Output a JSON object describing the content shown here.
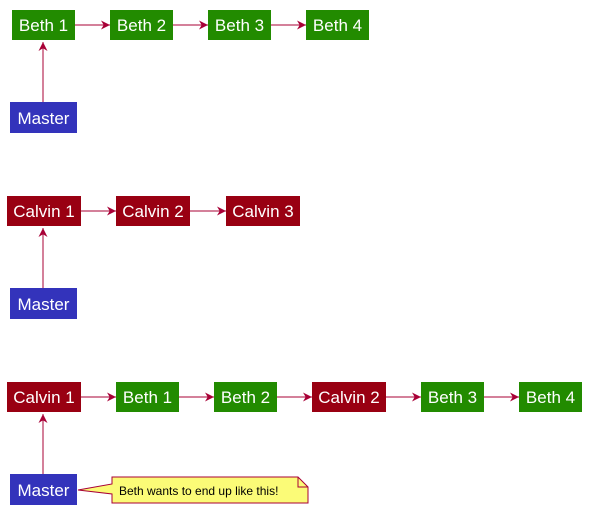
{
  "colors": {
    "green": "#228b00",
    "red": "#990012",
    "blue": "#3333bb",
    "arrow": "#a80036",
    "note_fill": "#fbfb77",
    "note_stroke": "#a80036"
  },
  "rows": [
    {
      "nodes": [
        {
          "label": "Beth 1",
          "color": "green"
        },
        {
          "label": "Beth 2",
          "color": "green"
        },
        {
          "label": "Beth 3",
          "color": "green"
        },
        {
          "label": "Beth 4",
          "color": "green"
        }
      ],
      "master": {
        "label": "Master",
        "color": "blue"
      }
    },
    {
      "nodes": [
        {
          "label": "Calvin 1",
          "color": "red"
        },
        {
          "label": "Calvin 2",
          "color": "red"
        },
        {
          "label": "Calvin 3",
          "color": "red"
        }
      ],
      "master": {
        "label": "Master",
        "color": "blue"
      }
    },
    {
      "nodes": [
        {
          "label": "Calvin 1",
          "color": "red"
        },
        {
          "label": "Beth 1",
          "color": "green"
        },
        {
          "label": "Beth 2",
          "color": "green"
        },
        {
          "label": "Calvin 2",
          "color": "red"
        },
        {
          "label": "Beth 3",
          "color": "green"
        },
        {
          "label": "Beth 4",
          "color": "green"
        }
      ],
      "master": {
        "label": "Master",
        "color": "blue"
      },
      "note": "Beth wants to end up like this!"
    }
  ]
}
